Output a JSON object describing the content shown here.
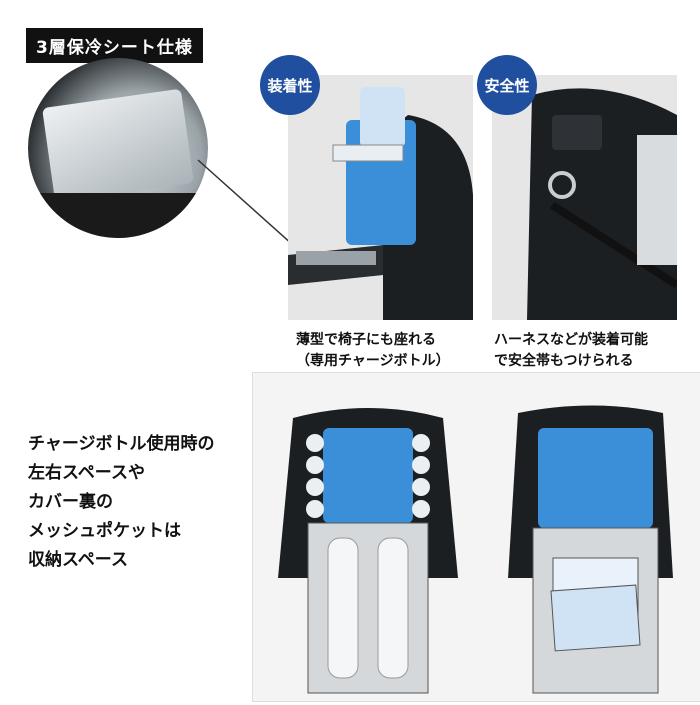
{
  "header": {
    "label": "3層保冷シート仕様"
  },
  "features": [
    {
      "badge": "装着性",
      "caption_lines": [
        "薄型で椅子にも座れる",
        "（専用チャージボトル）"
      ]
    },
    {
      "badge": "安全性",
      "caption_lines": [
        "ハーネスなどが装着可能",
        "で安全帯もつけられる"
      ]
    }
  ],
  "description": {
    "lines": [
      "チャージボトル使用時の",
      "左右スペースや",
      "カバー裏の",
      "メッシュポケットは",
      "収納スペース"
    ]
  },
  "colors": {
    "badge": "#1f4f9e",
    "bottle": "#3b8fd8",
    "pack": "#1c1f22"
  },
  "icons": [
    "backpack-photo",
    "ice-pack-photo",
    "bottle-photo"
  ]
}
